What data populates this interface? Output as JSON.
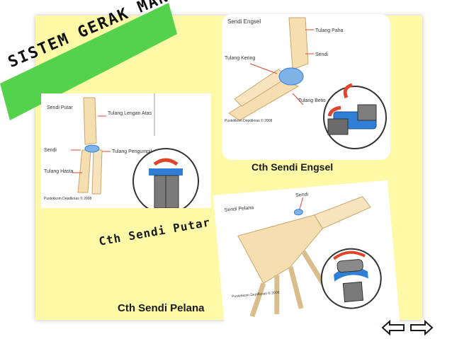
{
  "title": "SISTEM GERAK MANUSIA",
  "putar": {
    "header": "Sendi Putar",
    "labels": [
      "Tulang Lengan Atas",
      "Sendi",
      "Tulang Pengumpil",
      "Tulang Hasta"
    ],
    "credit": "Pustekkom Depdiknas © 2008",
    "caption": "Cth Sendi Putar"
  },
  "engsel": {
    "header": "Sendi Engsel",
    "labels": [
      "Tulang Paha",
      "Tulang Kering",
      "Sendi",
      "Tulang Betis"
    ],
    "credit": "Pustekkom Depdiknas © 2008",
    "caption": "Cth Sendi Engsel"
  },
  "pelana": {
    "header": "Sendi Pelana",
    "labels": [
      "Sendi"
    ],
    "credit": "Pustekkom Depdiknas © 2008",
    "caption": "Cth Sendi Pelana"
  },
  "nav": {
    "prev_icon": "arrow-left-icon",
    "next_icon": "arrow-right-icon"
  },
  "colors": {
    "slide_bg": "#fdf9a6",
    "banner": "#52d14a",
    "joint": "#2f7fd6",
    "arrow": "#e0452b"
  }
}
